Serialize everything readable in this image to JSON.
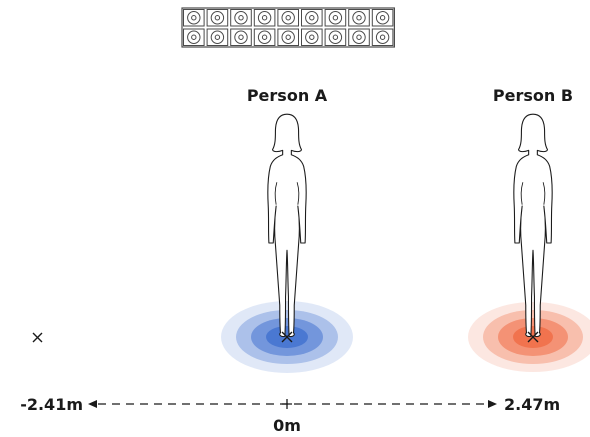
{
  "speaker_array": {
    "rows": 2,
    "columns": 9
  },
  "persons": [
    {
      "label": "Person A",
      "halo_color": "#3f6fcf"
    },
    {
      "label": "Person B",
      "halo_color": "#ef6a42"
    }
  ],
  "axis": {
    "left_label": "-2.41m",
    "right_label": "2.47m",
    "center_label": "0m"
  }
}
